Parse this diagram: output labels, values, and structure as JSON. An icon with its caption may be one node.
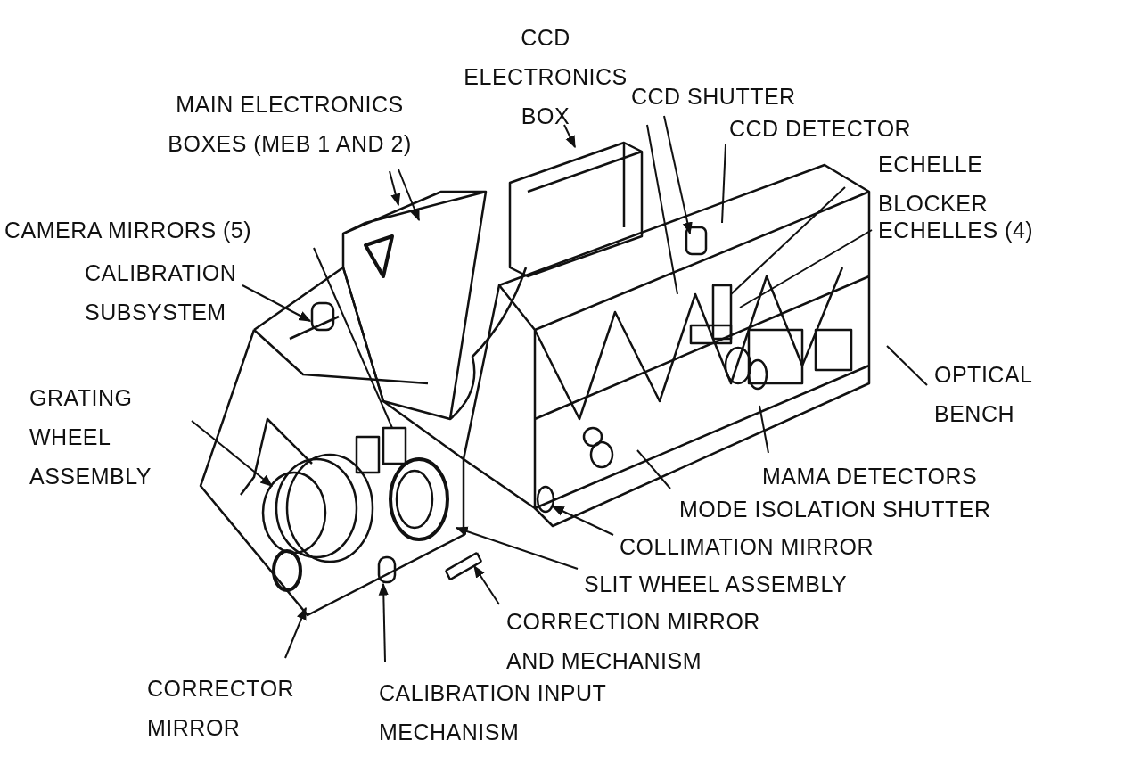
{
  "diagram": {
    "nodes": [
      {
        "text": [
          "CCD ELECTRONICS BOX"
        ]
      },
      {
        "text": [
          "MAIN ELECTRONICS BOXES (MEB 1 AND 2)"
        ]
      },
      {
        "text": [
          "CCD SHUTTER"
        ]
      },
      {
        "text": [
          "CCD DETECTOR"
        ]
      },
      {
        "text": [
          "ECHELLE BLOCKER"
        ]
      },
      {
        "text": [
          "ECHELLES (4)"
        ]
      },
      {
        "text": [
          "CAMERA MIRRORS (5)"
        ]
      },
      {
        "text": [
          "CALIBRATION SUBSYSTEM"
        ]
      },
      {
        "text": [
          "GRATING WHEEL ASSEMBLY"
        ]
      },
      {
        "text": [
          "OPTICAL BENCH"
        ]
      },
      {
        "text": [
          "MAMA DETECTORS"
        ]
      },
      {
        "text": [
          "MODE ISOLATION SHUTTER"
        ]
      },
      {
        "text": [
          "COLLIMATION MIRROR"
        ]
      },
      {
        "text": [
          "SLIT WHEEL ASSEMBLY"
        ]
      },
      {
        "text": [
          "CORRECTION MIRROR AND MECHANISM"
        ]
      },
      {
        "text": [
          "CORRECTOR MIRROR"
        ]
      },
      {
        "text": [
          "CALIBRATION INPUT MECHANISM"
        ]
      }
    ],
    "edges": [
      {
        "from": 0,
        "to": null,
        "arrow": "to"
      },
      {
        "from": 1,
        "to": null,
        "arrow": "to"
      },
      {
        "from": 1,
        "to": null,
        "arrow": "to"
      },
      {
        "from": 2,
        "to": null,
        "arrow": "to"
      },
      {
        "from": 2,
        "to": null,
        "arrow": "none"
      },
      {
        "from": 3,
        "to": null,
        "arrow": "none"
      },
      {
        "from": 4,
        "to": null,
        "arrow": "none"
      },
      {
        "from": 5,
        "to": null,
        "arrow": "none"
      },
      {
        "from": 6,
        "to": null,
        "arrow": "none"
      },
      {
        "from": 7,
        "to": null,
        "arrow": "to"
      },
      {
        "from": 8,
        "to": null,
        "arrow": "to"
      },
      {
        "from": 9,
        "to": null,
        "arrow": "none"
      },
      {
        "from": 10,
        "to": null,
        "arrow": "none"
      },
      {
        "from": 11,
        "to": null,
        "arrow": "none"
      },
      {
        "from": 12,
        "to": null,
        "arrow": "to"
      },
      {
        "from": 13,
        "to": null,
        "arrow": "to"
      },
      {
        "from": 14,
        "to": null,
        "arrow": "to"
      },
      {
        "from": 15,
        "to": null,
        "arrow": "to"
      },
      {
        "from": 16,
        "to": null,
        "arrow": "to"
      }
    ]
  }
}
